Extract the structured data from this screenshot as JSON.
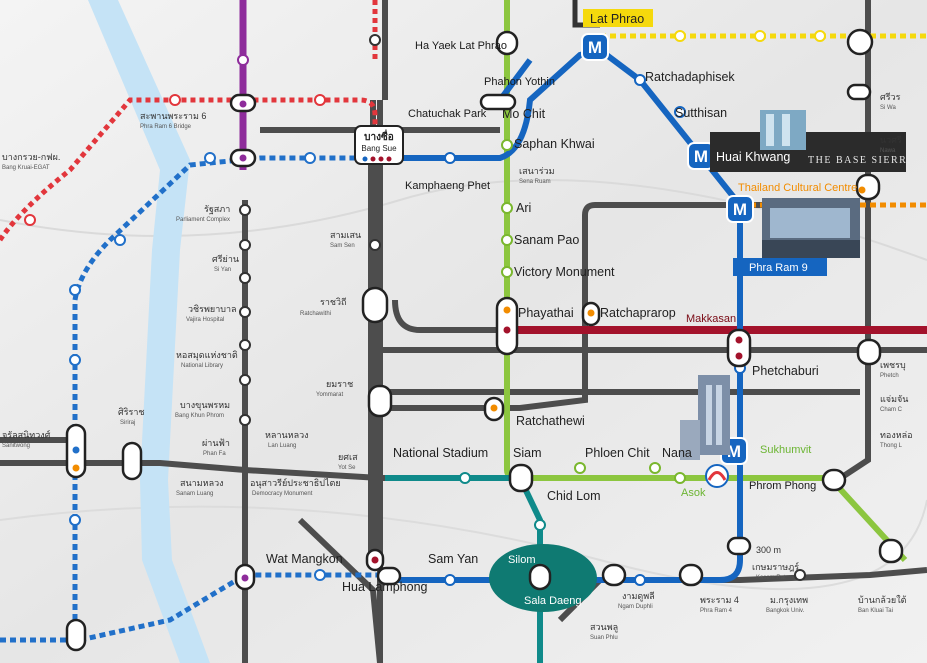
{
  "colors": {
    "background": "#ececec",
    "dark_green_line": "#7ab72e",
    "light_green_line": "#8cc63f",
    "blue_line": "#1565c0",
    "purple_line": "#8e2c9b",
    "dark_red_line": "#a3122b",
    "red_dashed_line": "#e2363c",
    "yellow_dashed_line": "#f5d90c",
    "orange_dashed_line": "#f28c00",
    "blue_dashed_line": "#2170c9",
    "gray_line": "#4d4d4d",
    "teal_line": "#0f8a8a",
    "light_blue_river": "#bfe0f5"
  },
  "stations": {
    "lat_phrao": "Lat Phrao",
    "ha_yaek_lat_phrao": "Ha Yaek Lat Phrao",
    "phahon_yothin": "Phahon Yothin",
    "ratchadaphisek": "Ratchadaphisek",
    "chatuchak_park": "Chatuchak Park",
    "mo_chit": "Mo Chit",
    "sutthisan": "Sutthisan",
    "saphan_khwai": "Saphan Khwai",
    "huai_khwang": "Huai Khwang",
    "bang_sue_th": "บางซื่อ",
    "bang_sue_en": "Bang Sue",
    "kamphaeng_phet": "Kamphaeng Phet",
    "sena_ruam_th": "เสนาร่วม",
    "sena_ruam_en": "Sena Ruam",
    "ari": "Ari",
    "thailand_cultural_centre": "Thailand Cultural Centre",
    "sanam_pao": "Sanam Pao",
    "phra_ram_9": "Phra Ram 9",
    "victory_monument": "Victory Monument",
    "phayathai": "Phayathai",
    "ratchaprarop": "Ratchaprarop",
    "makkasan": "Makkasan",
    "phetchaburi": "Phetchaburi",
    "ratchathewi": "Ratchathewi",
    "national_stadium": "National Stadium",
    "siam": "Siam",
    "phloen_chit": "Phloen Chit",
    "nana": "Nana",
    "sukhumvit": "Sukhumvit",
    "chid_lom": "Chid Lom",
    "asok": "Asok",
    "phrom_phong": "Phrom Phong",
    "wat_mangkon": "Wat Mangkon",
    "sam_yan": "Sam Yan",
    "silom": "Silom",
    "hua_lamphong": "Hua Lamphong",
    "sala_daeng": "Sala Daeng",
    "rama6_th": "สะพานพระราม 6",
    "rama6_en": "Phra Ram 6 Bridge",
    "bang_krui_th": "บางกรวย-กฟผ.",
    "bang_krui_en": "Bang Kruai-EGAT",
    "parliament_th": "รัฐสภา",
    "parliament_en": "Parliament Complex",
    "si_yan_th": "ศรีย่าน",
    "si_yan_en": "Si Yan",
    "vajira_th": "วชิรพยาบาล",
    "vajira_en": "Vajira Hospital",
    "library_th": "หอสมุดแห่งชาติ",
    "library_en": "National Library",
    "bang_khun_phrom_th": "บางขุนพรหม",
    "bang_khun_phrom_en": "Bang Khun Phrom",
    "phan_fa_th": "ผ่านฟ้า",
    "phan_fa_en": "Phan Fa",
    "sanam_luang_th": "สนามหลวง",
    "sanam_luang_en": "Sanam Luang",
    "democracy_th": "อนุสาวรีย์ประชาธิปไตย",
    "democracy_en": "Democracy Monument",
    "lan_luang_th": "หลานหลวง",
    "lan_luang_en": "Lan Luang",
    "yot_se_th": "ยศเส",
    "yot_se_en": "Yot Se",
    "yommarat_th": "ยมราช",
    "yommarat_en": "Yommarat",
    "ratchawithi_th": "ราชวิถี",
    "ratchawithi_en": "Ratchawithi",
    "sam_sen_th": "สามเสน",
    "sam_sen_en": "Sam Sen",
    "siriraj_th": "ศิริราช",
    "siriraj_en": "Siriraj",
    "sanitwong_th": "จรัลสนิทวงศ์",
    "sanitwong_en": "Sanitwong",
    "ngam_duphli_th": "งามดูพลี",
    "ngam_duphli_en": "Ngam Duphli",
    "phra_ram4_th": "พระราม 4",
    "phra_ram4_en": "Phra Ram 4",
    "kasem_rat_th": "เกษมราษฎร์",
    "kasem_rat_en": "Kasem Rat",
    "bangkok_univ_th": "ม.กรุงเทพ",
    "bangkok_univ_en": "Bangkok Univ.",
    "ban_kluai_th": "บ้านกล้วยใต้",
    "ban_kluai_en": "Ban Kluai Tai",
    "suan_phlu_th": "สวนพลู",
    "suan_phlu_en": "Suan Phlu",
    "phetchaburi_right_th": "เพชรบุ",
    "phetchaburi_right_en": "Phetch",
    "cham_th": "แจ่มจัน",
    "cham_en": "Cham C",
    "thong_lo_th": "ทองหล่อ",
    "thong_lo_en": "Thong L",
    "nawa_th": "นวศรี",
    "nawa_en": "Nawa",
    "si_wa_th": "ศรีวร",
    "si_wa_en": "Si Wa",
    "dist_300": "300 m"
  },
  "landmark": {
    "base_sierra": "THE BASE SIERRA"
  }
}
